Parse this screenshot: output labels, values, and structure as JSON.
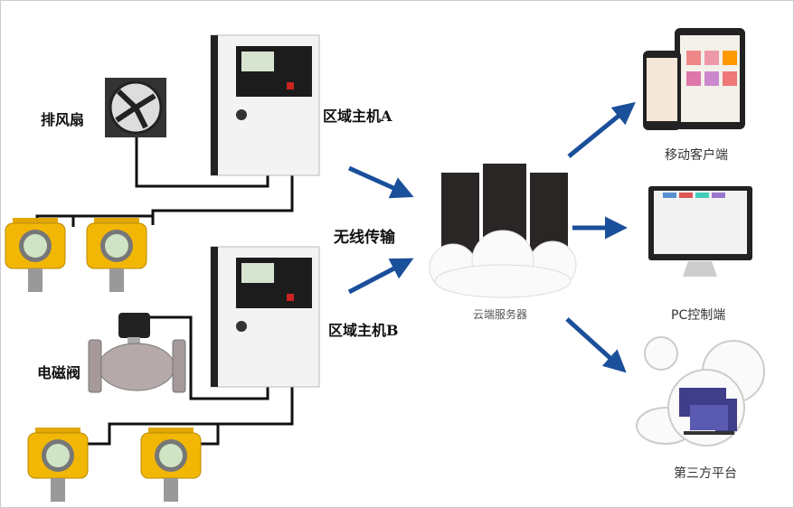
{
  "labels": {
    "fan": "排风扇",
    "valve": "电磁阀",
    "host_a": "区域主机A",
    "host_b": "区域主机B",
    "wireless": "无线传输",
    "cloud_server": "云端服务器",
    "mobile_client": "移动客户端",
    "pc_client": "PC控制端",
    "third_party": "第三方平台"
  },
  "colors": {
    "arrow": "#1a4f9a",
    "wire": "#111111",
    "detector": "#f2b705"
  }
}
